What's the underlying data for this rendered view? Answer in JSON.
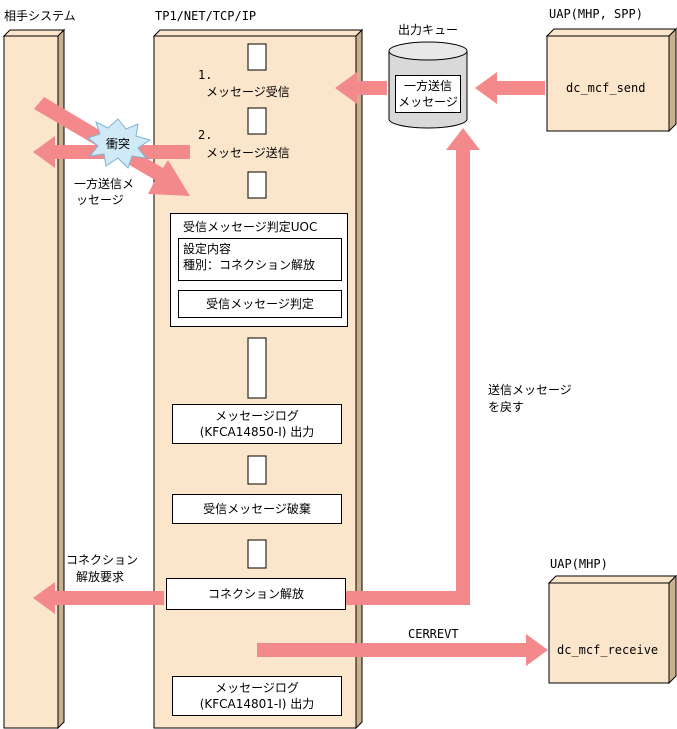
{
  "labels": {
    "partner_system": "相手システム",
    "tp1": "TP1/NET/TCP/IP",
    "output_queue": "出力キュー",
    "uap_mhp_spp": "UAP(MHP, SPP)",
    "uap_mhp": "UAP(MHP)",
    "queue_message": [
      "一方送信",
      "メッセージ"
    ],
    "dc_mcf_send": "dc_mcf_send",
    "dc_mcf_receive": "dc_mcf_receive",
    "step1_num": "1.",
    "step1": "メッセージ受信",
    "step2_num": "2.",
    "step2": "メッセージ送信",
    "collision": "衝突",
    "oneway_msg": [
      "一方送信メ",
      "ッセージ"
    ],
    "uoc_title": "受信メッセージ判定UOC",
    "settings": [
      "設定内容",
      "種別：コネクション解放"
    ],
    "judge": "受信メッセージ判定",
    "log1": [
      "メッセージログ",
      "(KFCA14850-I) 出力"
    ],
    "discard": "受信メッセージ破棄",
    "release": "コネクション解放",
    "return_msg": [
      "送信メッセージ",
      "を戻す"
    ],
    "release_req": [
      "コネクション",
      "解放要求"
    ],
    "cerrevt": "CERREVT",
    "log2": [
      "メッセージログ",
      "(KFCA14801-I) 出力"
    ]
  },
  "colors": {
    "panel": "#fbe6cb",
    "panel_side": "#c9b190",
    "arrow": "#f4898b",
    "cylinder": "#d9d9d9",
    "burst": "#cfe9f7"
  }
}
